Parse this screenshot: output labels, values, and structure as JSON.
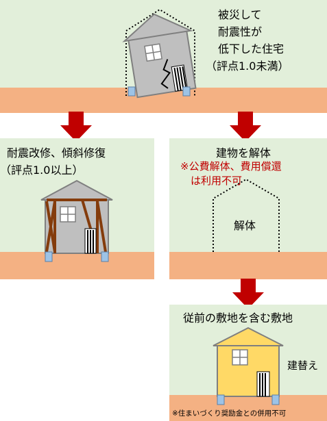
{
  "top_panel": {
    "status_lines": [
      "被災して",
      "耐震性が",
      "低下した住宅",
      "（評点1.0未満）"
    ]
  },
  "left_panel": {
    "title_lines": [
      "耐震改修、傾斜修復",
      "（評点1.0以上）"
    ]
  },
  "right_panel": {
    "title": "建物を解体",
    "note_lines": [
      "※公費解体、費用償還",
      "　は利用不可"
    ],
    "demolish_label": "解体"
  },
  "bottom_panel": {
    "title": "従前の敷地を含む敷地",
    "rebuild_label": "建替え",
    "footnote": "※住まいづくり奨励金との併用不可"
  },
  "colors": {
    "panel_bg": "#e2efda",
    "ground": "#f4b183",
    "arrow": "#c00000",
    "house_gray": "#bfbfbf",
    "house_yellow": "#ffd966",
    "brace": "#843c0c",
    "note_red": "#c00000"
  }
}
